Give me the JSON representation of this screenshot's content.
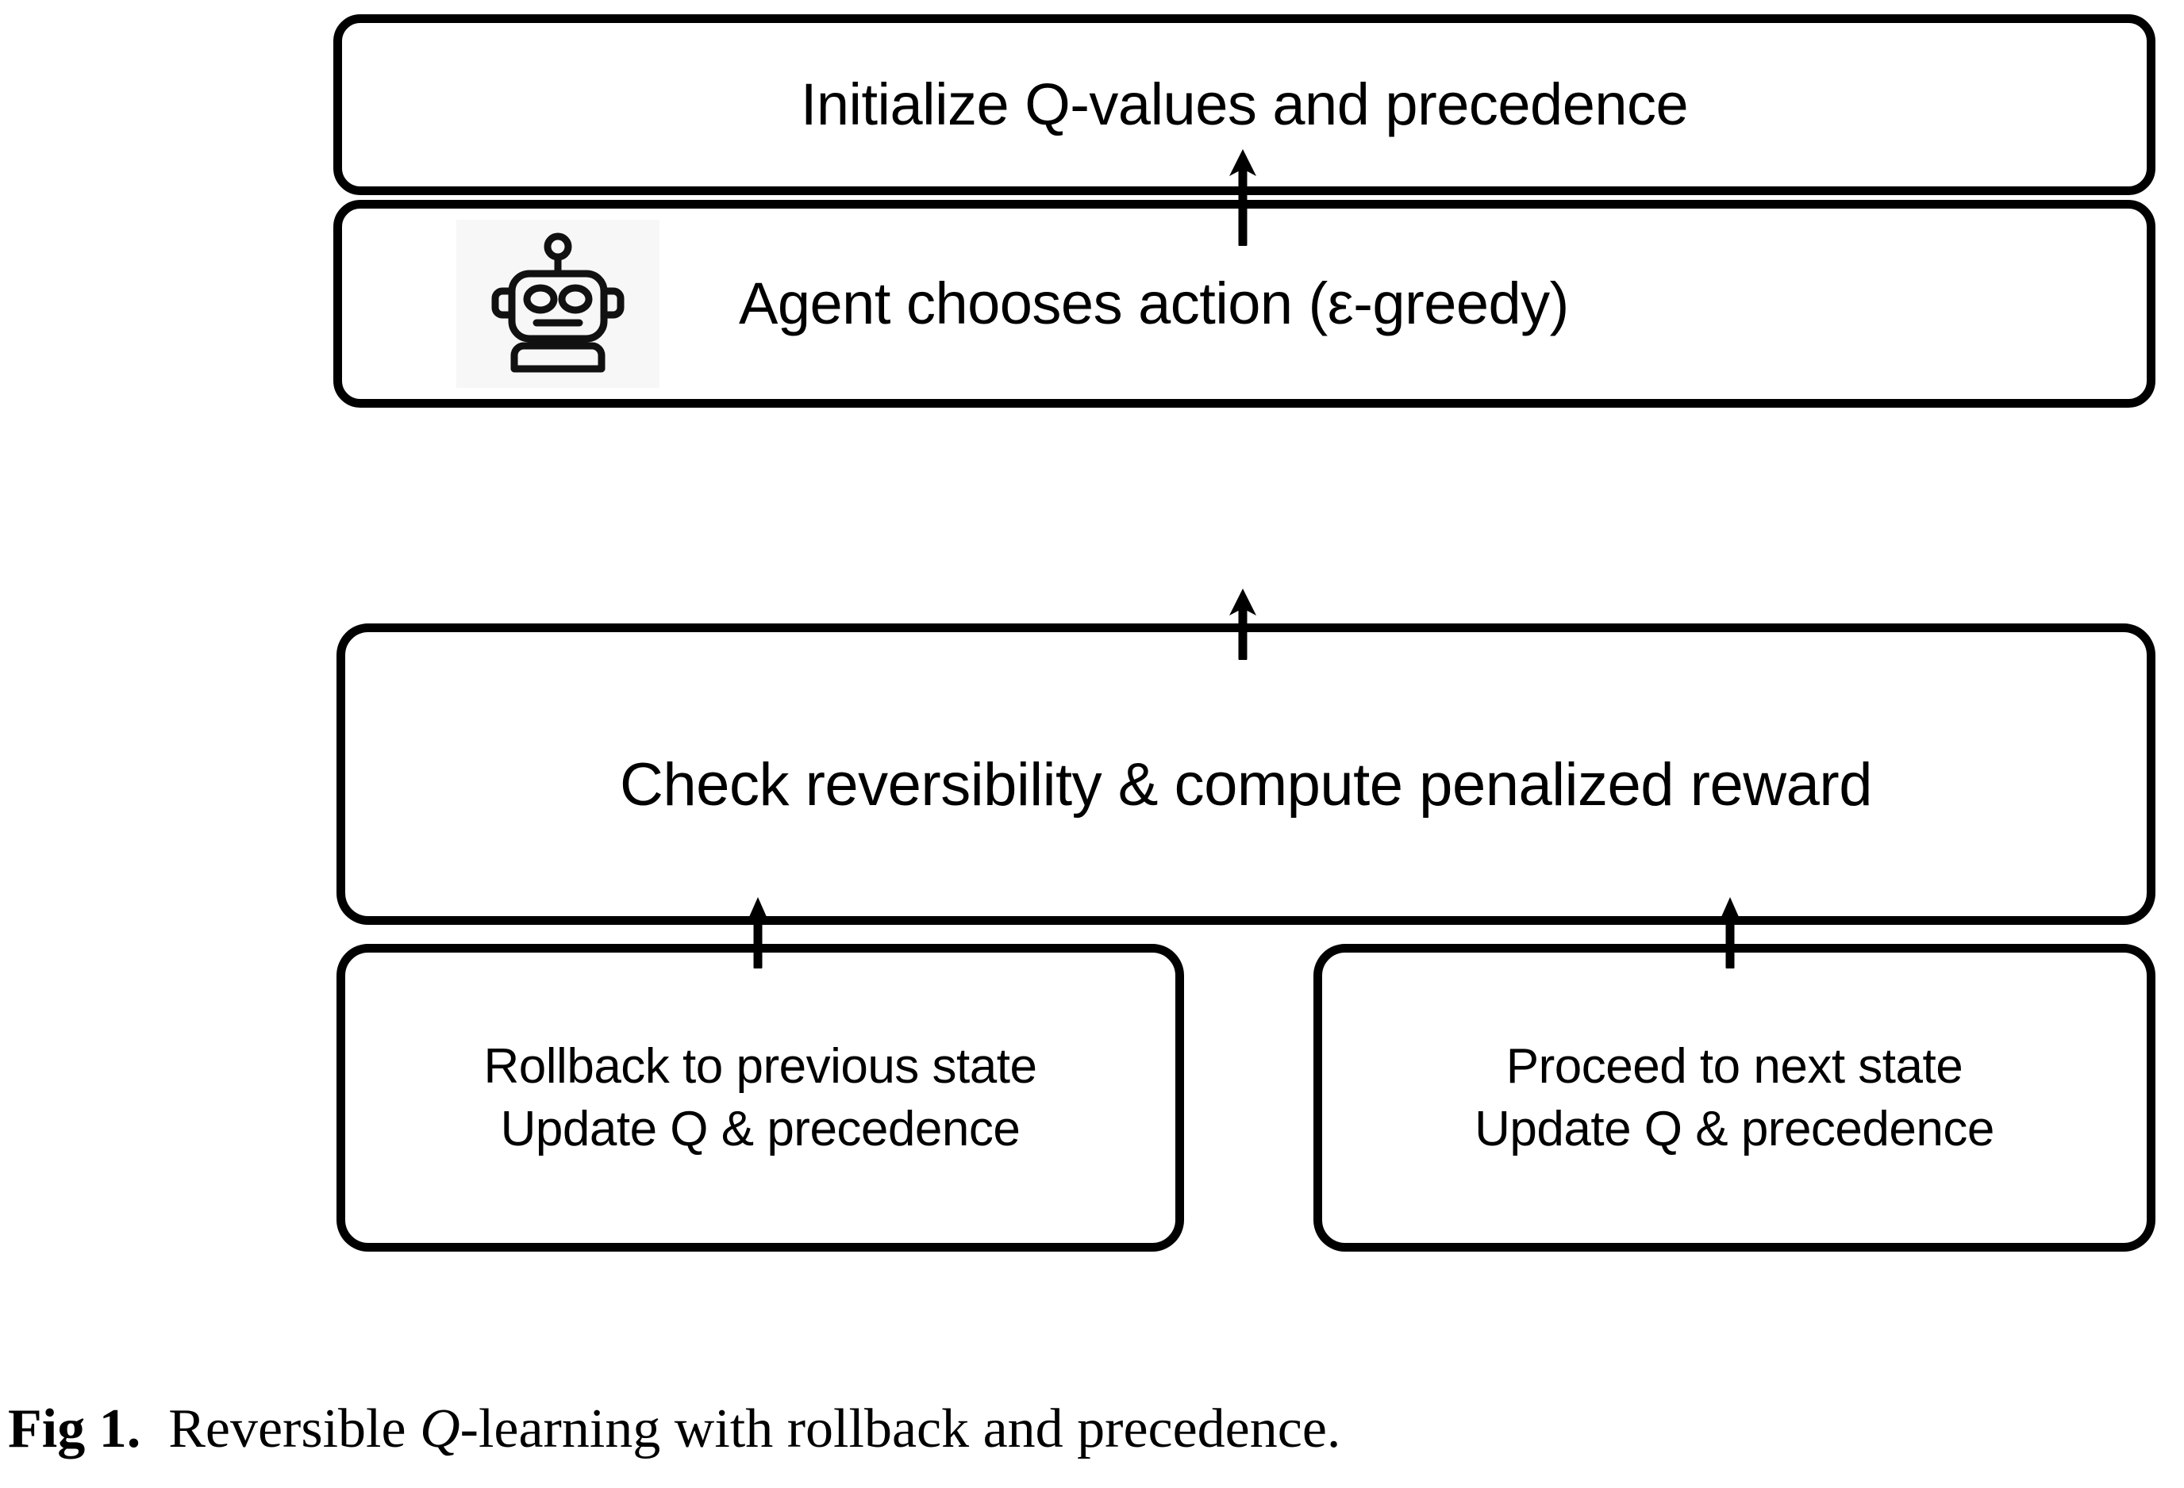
{
  "figure": {
    "type": "flowchart",
    "orientation": "bottom-up",
    "background_color": "#ffffff",
    "stroke_color": "#000000",
    "nodes": [
      {
        "id": "initialize",
        "label": "Initialize Q-values and precedence",
        "icon": null
      },
      {
        "id": "agent",
        "label": "Agent chooses action (ε-greedy)",
        "icon": "robot-icon",
        "icon_tile_color": "#f7f7f7"
      },
      {
        "id": "check",
        "label": "Check reversibility & compute penalized reward",
        "icon": null
      },
      {
        "id": "rollback",
        "label": "Rollback to previous state\nUpdate Q & precedence",
        "icon": null
      },
      {
        "id": "proceed",
        "label": "Proceed to next state\nUpdate Q & precedence",
        "icon": null
      }
    ],
    "edges": [
      {
        "id": "agent-to-initialize",
        "from": "agent",
        "to": "initialize",
        "direction": "up"
      },
      {
        "id": "check-to-agent",
        "from": "check",
        "to": "agent",
        "direction": "up"
      },
      {
        "id": "rollback-to-check",
        "from": "rollback",
        "to": "check",
        "direction": "up"
      },
      {
        "id": "proceed-to-check",
        "from": "proceed",
        "to": "check",
        "direction": "up"
      }
    ]
  },
  "caption": {
    "prefix": "Fig 1.",
    "text_before_italic": "Reversible ",
    "italic": "Q",
    "text_after_italic": "-learning with rollback and precedence."
  }
}
